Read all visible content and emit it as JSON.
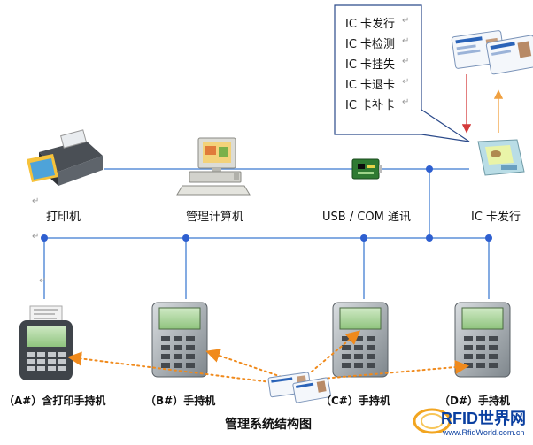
{
  "menu": {
    "items": [
      "IC 卡发行",
      "IC 卡检测",
      "IC 卡挂失",
      "IC 卡退卡",
      "IC 卡补卡"
    ]
  },
  "nodes": {
    "printer": "打印机",
    "computer": "管理计算机",
    "usb": "USB / COM 通讯",
    "issuer": "IC 卡发行"
  },
  "handhelds": {
    "a": "（A#）含打印手持机",
    "b": "（B#）手持机",
    "c": "（C#）手持机",
    "d": "（D#）手持机"
  },
  "title": "管理系统结构图",
  "logo": {
    "brand": "RFID世界网",
    "url": "www.RfidWorld.com.cn"
  },
  "colors": {
    "bus_line": "#5b8fd8",
    "junction": "#2e5fd0",
    "dotted_arrow": "#f08a1c",
    "card_arrow_down": "#d43a3a",
    "card_arrow_up": "#f0a040",
    "logo_blue": "#0a3fa0"
  },
  "marks": {
    "return": "↵"
  }
}
